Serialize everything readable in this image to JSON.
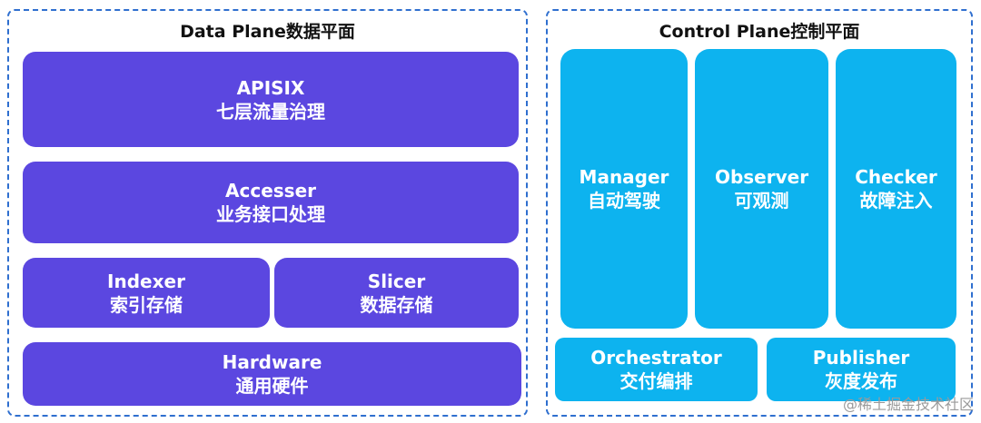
{
  "colors": {
    "data_plane_box": "#5b47e0",
    "control_plane_box": "#0db3ef",
    "panel_border": "#2f6fcf"
  },
  "data_plane": {
    "title": "Data Plane数据平面",
    "apisix": {
      "name": "APISIX",
      "desc": "七层流量治理"
    },
    "accesser": {
      "name": "Accesser",
      "desc": "业务接口处理"
    },
    "indexer": {
      "name": "Indexer",
      "desc": "索引存储"
    },
    "slicer": {
      "name": "Slicer",
      "desc": "数据存储"
    },
    "hardware": {
      "name": "Hardware",
      "desc": "通用硬件"
    }
  },
  "control_plane": {
    "title": "Control Plane控制平面",
    "manager": {
      "name": "Manager",
      "desc": "自动驾驶"
    },
    "observer": {
      "name": "Observer",
      "desc": "可观测"
    },
    "checker": {
      "name": "Checker",
      "desc": "故障注入"
    },
    "orchestrator": {
      "name": "Orchestrator",
      "desc": "交付编排"
    },
    "publisher": {
      "name": "Publisher",
      "desc": "灰度发布"
    }
  },
  "watermark": "@稀土掘金技术社区"
}
